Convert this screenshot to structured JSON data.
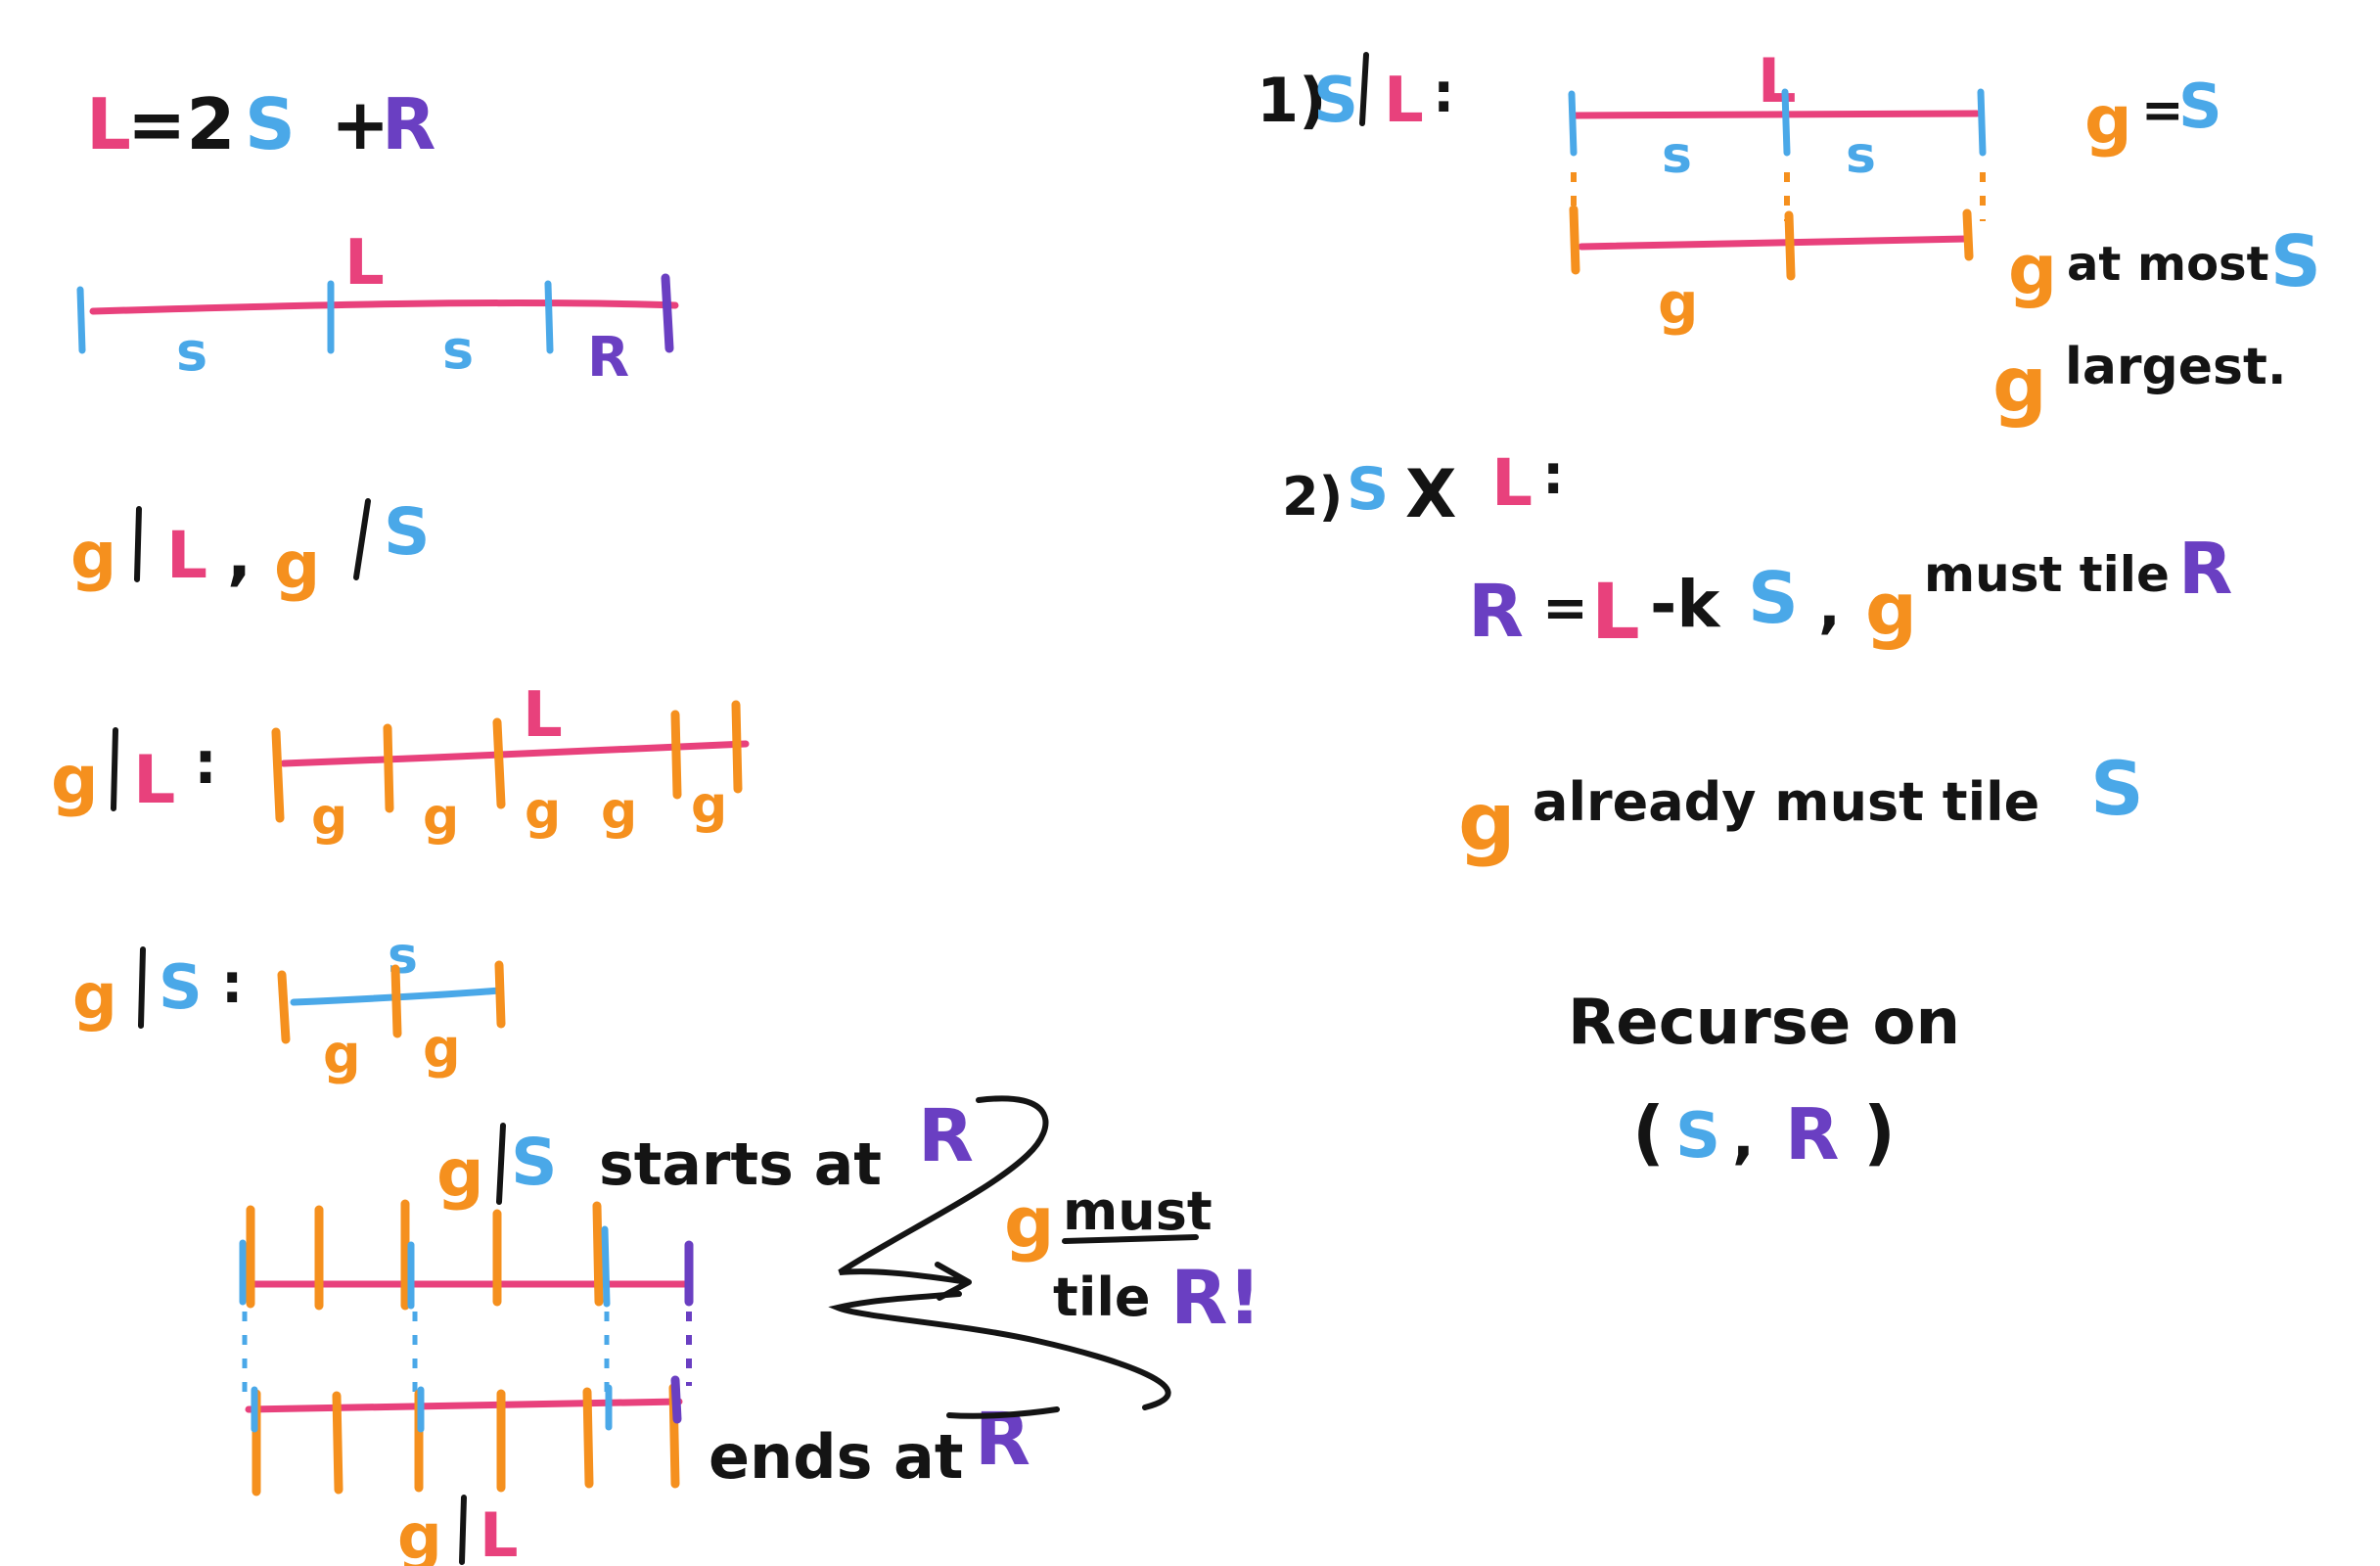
{
  "colors": {
    "black": "#141414",
    "pink": "#e8417c",
    "blue": "#4aa8e8",
    "purple": "#6a3fc2",
    "orange": "#f5901e"
  },
  "equation": {
    "L": "L",
    "eq": "=2",
    "S": "S",
    "plus": "+",
    "R": "R"
  },
  "top_line": {
    "L": "L",
    "s1": "s",
    "s2": "s",
    "R": "R"
  },
  "divides": {
    "g1": "g",
    "L": "L",
    "sep": ",",
    "g2": "g",
    "S": "S"
  },
  "gL_section": {
    "g": "g",
    "L": "L",
    "colon": ":",
    "g_labels": [
      "g",
      "g",
      "g",
      "g",
      "g"
    ]
  },
  "gS_section": {
    "g": "g",
    "S": "S",
    "colon": ":",
    "s": "s",
    "g_labels": [
      "g",
      "g"
    ]
  },
  "bottom_diagram": {
    "g": "g",
    "S": "S",
    "starts_at": "starts at",
    "starts_R": "R",
    "ends_at": "ends at",
    "ends_R": "R",
    "must_g": "g",
    "must": "must",
    "tile": "tile",
    "tile_R": "R!",
    "bottom_g": "g",
    "bottom_L": "L"
  },
  "case1": {
    "num": "1)",
    "S": "S",
    "L": "L",
    "colon": ":",
    "top_L": "L",
    "s_labels": [
      "s",
      "s"
    ],
    "g_label": "g",
    "g_eq": "g",
    "eq": "=",
    "S_eq": "S",
    "at_most_g": "g",
    "at_most": "at most",
    "at_most_S": "S",
    "largest_g": "g",
    "largest": "largest."
  },
  "case2": {
    "num": "2)",
    "S": "S",
    "not_div": "X",
    "L": "L",
    "colon": ":",
    "R": "R",
    "eq": "=",
    "L2": "L",
    "minus_k": "-k",
    "S2": "S",
    "comma": ",",
    "g": "g",
    "must_tile": "must tile",
    "tile_R": "R",
    "already_g": "g",
    "already": "already must tile",
    "already_S": "S",
    "recurse": "Recurse on",
    "open": "(",
    "pair_S": "S",
    "pair_comma": ",",
    "pair_R": "R",
    "close": ")"
  }
}
